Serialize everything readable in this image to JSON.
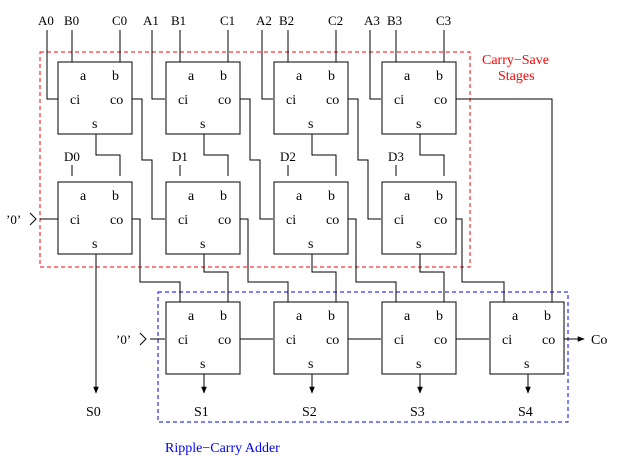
{
  "cell": {
    "pin_a": "a",
    "pin_b": "b",
    "pin_ci": "ci",
    "pin_co": "co",
    "pin_s": "s"
  },
  "inputs": {
    "row1": [
      {
        "a": "A0",
        "b": "B0",
        "c": "C0"
      },
      {
        "a": "A1",
        "b": "B1",
        "c": "C1"
      },
      {
        "a": "A2",
        "b": "B2",
        "c": "C2"
      },
      {
        "a": "A3",
        "b": "B3",
        "c": "C3"
      }
    ],
    "row2": [
      "D0",
      "D1",
      "D2",
      "D3"
    ]
  },
  "zero_label": "’0’",
  "outputs": [
    "S0",
    "S1",
    "S2",
    "S3",
    "S4"
  ],
  "carry_out": "Co",
  "regions": {
    "carry_save": {
      "line1": "Carry−Save",
      "line2": "Stages",
      "color": "#ff0000"
    },
    "ripple": {
      "label": "Ripple−Carry Adder",
      "color": "#0000ff"
    }
  }
}
